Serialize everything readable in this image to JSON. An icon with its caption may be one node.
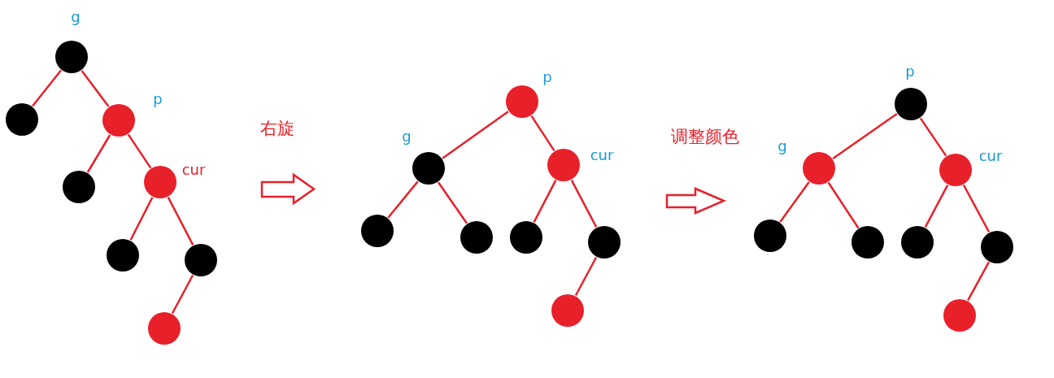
{
  "diagram": {
    "nodes": [
      {
        "text": [],
        "shape": "circle",
        "beside": [
          "g"
        ]
      },
      {
        "text": [],
        "shape": "circle"
      },
      {
        "text": [],
        "shape": "circle",
        "beside": [
          "p"
        ]
      },
      {
        "text": [],
        "shape": "circle"
      },
      {
        "text": [],
        "shape": "circle",
        "beside": [
          "cur"
        ]
      },
      {
        "text": [],
        "shape": "circle"
      },
      {
        "text": [],
        "shape": "circle"
      },
      {
        "text": [],
        "shape": "circle"
      },
      {
        "text": [],
        "shape": "circle",
        "beside": [
          "p"
        ]
      },
      {
        "text": [],
        "shape": "circle",
        "beside": [
          "g"
        ]
      },
      {
        "text": [],
        "shape": "circle",
        "beside": [
          "cur"
        ]
      },
      {
        "text": [],
        "shape": "circle"
      },
      {
        "text": [],
        "shape": "circle"
      },
      {
        "text": [],
        "shape": "circle"
      },
      {
        "text": [],
        "shape": "circle"
      },
      {
        "text": [],
        "shape": "circle"
      },
      {
        "text": [],
        "shape": "circle",
        "beside": [
          "p"
        ]
      },
      {
        "text": [],
        "shape": "circle",
        "beside": [
          "g"
        ]
      },
      {
        "text": [],
        "shape": "circle",
        "beside": [
          "cur"
        ]
      },
      {
        "text": [],
        "shape": "circle"
      },
      {
        "text": [],
        "shape": "circle"
      },
      {
        "text": [],
        "shape": "circle"
      },
      {
        "text": [],
        "shape": "circle"
      },
      {
        "text": [],
        "shape": "circle"
      }
    ],
    "edges": [
      {
        "from": 0,
        "to": 1,
        "arrow": "none"
      },
      {
        "from": 0,
        "to": 2,
        "arrow": "none"
      },
      {
        "from": 2,
        "to": 3,
        "arrow": "none"
      },
      {
        "from": 2,
        "to": 4,
        "arrow": "none"
      },
      {
        "from": 4,
        "to": 5,
        "arrow": "none"
      },
      {
        "from": 4,
        "to": 6,
        "arrow": "none"
      },
      {
        "from": 6,
        "to": 7,
        "arrow": "none"
      },
      {
        "from": 8,
        "to": 9,
        "arrow": "none"
      },
      {
        "from": 8,
        "to": 10,
        "arrow": "none"
      },
      {
        "from": 9,
        "to": 11,
        "arrow": "none"
      },
      {
        "from": 9,
        "to": 12,
        "arrow": "none"
      },
      {
        "from": 10,
        "to": 13,
        "arrow": "none"
      },
      {
        "from": 10,
        "to": 14,
        "arrow": "none"
      },
      {
        "from": 14,
        "to": 15,
        "arrow": "none"
      },
      {
        "from": 16,
        "to": 17,
        "arrow": "none"
      },
      {
        "from": 16,
        "to": 18,
        "arrow": "none"
      },
      {
        "from": 17,
        "to": 19,
        "arrow": "none"
      },
      {
        "from": 17,
        "to": 20,
        "arrow": "none"
      },
      {
        "from": 18,
        "to": 21,
        "arrow": "none"
      },
      {
        "from": 18,
        "to": 22,
        "arrow": "none"
      },
      {
        "from": 22,
        "to": 23,
        "arrow": "none"
      }
    ],
    "labels": [
      "右旋",
      "调整颜色"
    ]
  }
}
